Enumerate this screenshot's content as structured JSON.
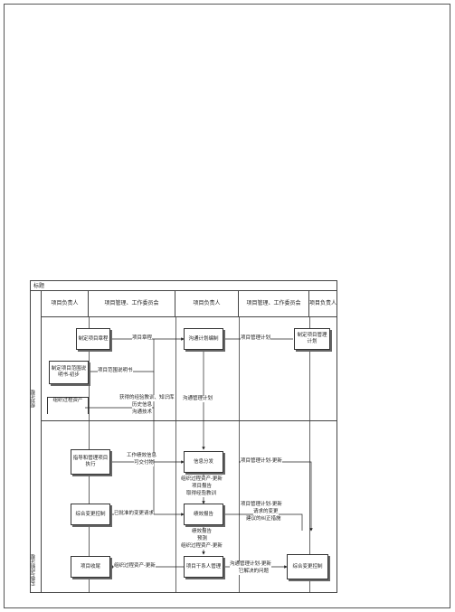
{
  "diagram": {
    "title": "标题",
    "lanes": [
      "项目负责人",
      "项目管理、工作委员会",
      "项目负责人",
      "项目管理、工作委员会",
      "项目负责人"
    ],
    "phases": [
      "规划过程",
      "实施与控制过程"
    ],
    "boxes": {
      "charter": "制定项目章程",
      "scope_doc": "制定项目范围说明书-初步",
      "org_assets": "组织过程资产",
      "comm_plan": "沟通计划编制",
      "pm_plan": "制定项目管理计划",
      "direct": "指导和管理项目执行",
      "info_dist": "信息分发",
      "change_ctrl": "综合变更控制",
      "perf_report": "绩效报告",
      "close": "项目收尾",
      "stakeholder": "项目干系人管理",
      "change_ctrl2": "综合变更控制"
    },
    "labels": {
      "charter_out": "项目章程",
      "scope_out": "项目范围说明书",
      "assets_out": "获得的经验教训、知识库",
      "assets_out2": "历史信息",
      "assets_out3": "沟通技术",
      "comm_mgmt": "沟通管理计划",
      "pm_plan_out": "项目管理计划",
      "work_perf": "工作绩效信息",
      "deliverables": "可交付物",
      "plan_update": "项目管理计划-更新",
      "assets_upd1": "组织过程资产-更新",
      "report1": "项目报告",
      "lessons": "取得经验教训",
      "approved_change": "已批准的变更请求",
      "plan_update2": "项目管理计划-更新",
      "change_req": "请求的变更",
      "corrective": "建议的纠正措施",
      "perf_rep": "绩效报告",
      "forecast": "预测",
      "assets_upd2": "组织过程资产-更新",
      "assets_upd3": "组织过程资产-更新",
      "comm_upd": "沟通管理计划-更新",
      "resolved": "已解决的问题"
    }
  }
}
